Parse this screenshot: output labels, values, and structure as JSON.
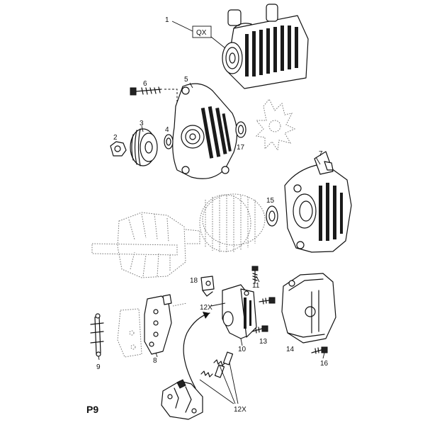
{
  "page_code": "P9",
  "callouts": {
    "c1": "1",
    "qx": "QX",
    "c2": "2",
    "c3": "3",
    "c4": "4",
    "c5": "5",
    "c6": "6",
    "c7": "7",
    "c8": "8",
    "c9": "9",
    "c10": "10",
    "c11": "11",
    "c12x_a": "12X",
    "c12x_b": "12X",
    "c13": "13",
    "c14": "14",
    "c15": "15",
    "c16": "16",
    "c17": "17",
    "c18": "18"
  },
  "colors": {
    "ink": "#111111",
    "ghost": "#777777",
    "paper": "#ffffff"
  }
}
